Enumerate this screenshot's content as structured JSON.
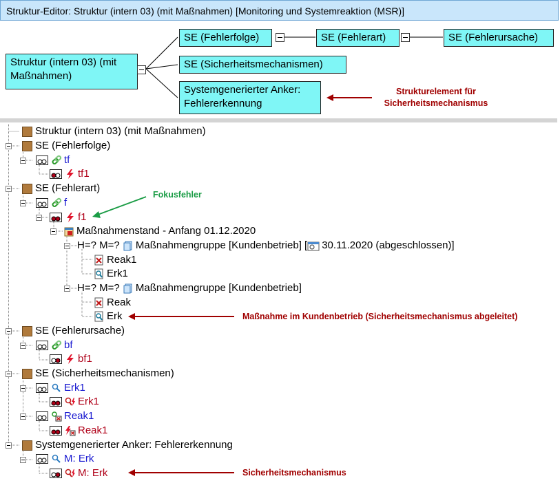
{
  "window": {
    "title": "Struktur-Editor: Struktur (intern 03) (mit Maßnahmen) [Monitoring und Systemreaktion (MSR)]"
  },
  "diagram": {
    "root": "Struktur (intern 03) (mit Maßnahmen)",
    "se_fehlerfolge": "SE (Fehlerfolge)",
    "se_fehlerart": "SE (Fehlerart)",
    "se_fehlerursache": "SE (Fehlerursache)",
    "se_sicherheit": "SE (Sicherheitsmechanismen)",
    "anchor": "Systemgenerierter Anker: Fehlererkennung",
    "annotation": "Strukturelement für\nSicherheitsmechanismus"
  },
  "tree": {
    "root": "Struktur (intern 03) (mit Maßnahmen)",
    "se_fehlerfolge": "SE (Fehlerfolge)",
    "fn_tf": "tf",
    "fail_tf1": "tf1",
    "se_fehlerart": "SE (Fehlerart)",
    "fn_f": "f",
    "fail_f1": "f1",
    "measure_state": "Maßnahmenstand - Anfang 01.12.2020",
    "group1_prefix": "H=? M=?",
    "group1_label": "Maßnahmengruppe [Kundenbetrieb]",
    "group1_bracket_open": "[",
    "group1_date": "30.11.2020 (abgeschlossen)]",
    "g1_reak": "Reak1",
    "g1_erk": "Erk1",
    "group2_prefix": "H=? M=?",
    "group2_label": "Maßnahmengruppe [Kundenbetrieb]",
    "g2_reak": "Reak",
    "g2_erk": "Erk",
    "se_fehlerursache": "SE (Fehlerursache)",
    "fn_bf": "bf",
    "fail_bf1": "bf1",
    "se_sicherheit": "SE (Sicherheitsmechanismen)",
    "fn_erk1": "Erk1",
    "fail_erk1": "Erk1",
    "fn_reak1": "Reak1",
    "fail_reak1": "Reak1",
    "anchor": "Systemgenerierter Anker: Fehlererkennung",
    "fn_m_erk": "M: Erk",
    "fail_m_erk": "M: Erk"
  },
  "annotations": {
    "fokusfehler": "Fokusfehler",
    "massnahme_kundenbetrieb": "Maßnahme im Kundenbetrieb (Sicherheitsmechanismus abgeleitet)",
    "sicherheitsmechanismus": "Sicherheitsmechanismus"
  },
  "colors": {
    "node_fill": "#7ff6f6",
    "titlebar": "#c9e6fb",
    "annotation_red": "#a00000",
    "annotation_green": "#1a9c45",
    "function_blue": "#1818d0",
    "failure_red": "#b00018"
  }
}
